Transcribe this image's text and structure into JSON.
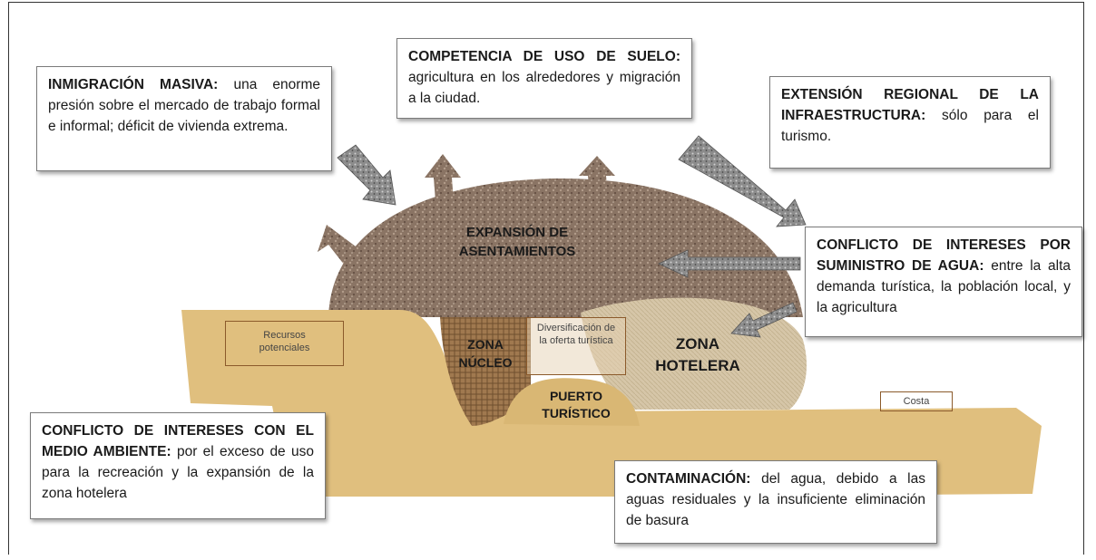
{
  "boxes": {
    "inmigracion": {
      "title": "INMIGRACIÓN MASIVA:",
      "text": "una enorme presión sobre el mercado de trabajo formal e informal; déficit de vivienda extrema."
    },
    "competencia": {
      "title": "COMPETENCIA DE USO DE SUELO:",
      "text": "agricultura en los alrededores y migración a la ciudad."
    },
    "extension": {
      "title": "EXTENSIÓN REGIONAL DE LA INFRAESTRUCTURA:",
      "text": "sólo para el turismo."
    },
    "agua": {
      "title": "CONFLICTO DE INTERESES POR SUMINISTRO DE AGUA:",
      "text": "entre la alta demanda turística, la población local, y la agricultura"
    },
    "medio": {
      "title": "CONFLICTO DE INTERESES CON EL MEDIO AMBIENTE:",
      "text": "por el exceso de uso para la recreación y la expansión de la zona hotelera"
    },
    "contaminacion": {
      "title": "CONTAMINACIÓN:",
      "text": "del agua, debido a las aguas residuales y la insuficiente eliminación de basura"
    }
  },
  "labels": {
    "expansion": "EXPANSIÓN DE ASENTAMIENTOS",
    "zona_nucleo": "ZONA NÚCLEO",
    "zona_hotelera": "ZONA HOTELERA",
    "puerto": "PUERTO TURÍSTICO",
    "recursos": "Recursos potenciales",
    "diversificacion": "Diversificación de la oferta turística",
    "costa": "Costa"
  },
  "colors": {
    "settlement": "#8a7464",
    "land": "#e0bf7e",
    "hotel": "#d6c6a8",
    "core": "#a0794f",
    "arrow": "#9a9a9a"
  }
}
